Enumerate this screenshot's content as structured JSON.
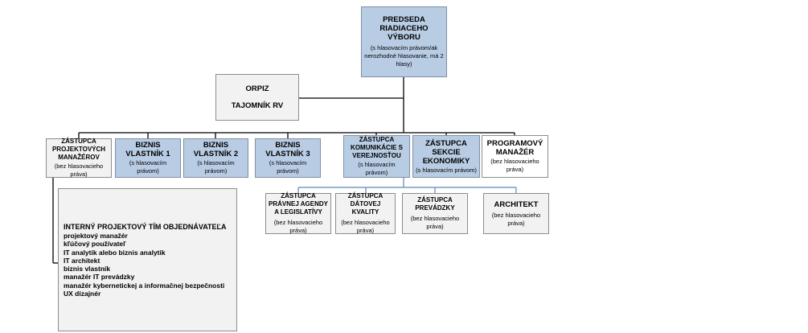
{
  "chair": {
    "title": "PREDSEDA RIADIACEHO VÝBORU",
    "note": "(s hlasovacím právom/ak nerozhodné hlasovanie, má 2 hlasy)"
  },
  "orpiz": {
    "title": "ORPIZ",
    "subtitle": "TAJOMNÍK RV"
  },
  "level2": [
    {
      "title": "ZÁSTUPCA PROJEKTOVÝCH MANAŽÉROV",
      "note": "(bez hlasovacieho práva)"
    },
    {
      "title": "BIZNIS VLASTNÍK 1",
      "note": "(s hlasovacím právom)"
    },
    {
      "title": "BIZNIS VLASTNÍK 2",
      "note": "(s hlasovacím právom)"
    },
    {
      "title": "BIZNIS VLASTNÍK 3",
      "note": "(s hlasovacím právom)"
    },
    {
      "title": "ZÁSTUPCA KOMUNIKÁCIE S VEREJNOSŤOU",
      "note": "(s hlasovacím právom)"
    },
    {
      "title": "ZÁSTUPCA SEKCIE EKONOMIKY",
      "note": "(s hlasovacím právom)"
    },
    {
      "title": "PROGRAMOVÝ MANAŽÉR",
      "note": "(bez hlasovacieho práva)"
    }
  ],
  "level3": [
    {
      "title": "ZÁSTUPCA PRÁVNEJ AGENDY A LEGISLATÍVY",
      "note": "(bez hlasovacieho práva)"
    },
    {
      "title": "ZÁSTUPCA DÁTOVEJ KVALITY",
      "note": "(bez hlasovacieho práva)"
    },
    {
      "title": "ZÁSTUPCA PREVÁDZKY",
      "note": "(bez hlasovacieho práva)"
    },
    {
      "title": "ARCHITEKT",
      "note": "(bez hlasovacieho práva)"
    }
  ],
  "team": {
    "heading": "INTERNÝ PROJEKTOVÝ TÍM OBJEDNÁVATEĽA",
    "items": [
      "projektový manažér",
      "kľúčový používateľ",
      "IT analytik alebo biznis analytik",
      "IT architekt",
      "biznis vlastník",
      "manažér IT prevádzky",
      "manažér kybernetickej a informačnej bezpečnosti",
      "UX dizajnér"
    ]
  }
}
